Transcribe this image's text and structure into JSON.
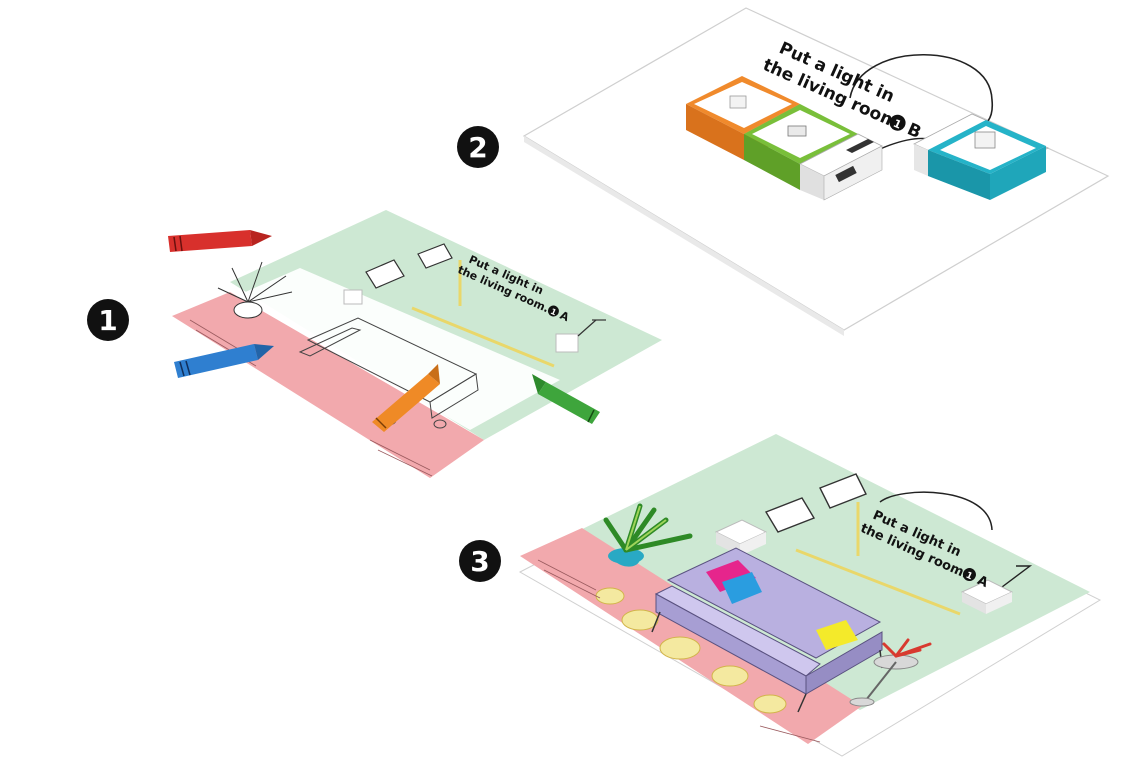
{
  "steps": [
    {
      "number": "1",
      "caption_line1": "Put a light in",
      "caption_line2": "the living room.",
      "marker": "1",
      "marker_letter": "A"
    },
    {
      "number": "2",
      "caption_line1": "Put a light in",
      "caption_line2": "the living room.",
      "marker": "1",
      "marker_letter": "B"
    },
    {
      "number": "3",
      "caption_line1": "Put a light in",
      "caption_line2": "the living room.",
      "marker": "1",
      "marker_letter": "A"
    }
  ],
  "colors": {
    "sheet_green": "#cde8d3",
    "floor_pink": "#f2a9ad",
    "module_orange": "#f08a2c",
    "module_green": "#79bf3a",
    "module_cyan": "#25b3c8",
    "sofa_purple": "#b9b0e0",
    "pillow_magenta": "#e6258c",
    "pillow_blue": "#2a9de0",
    "pillow_yellow": "#f4ea2a",
    "crayon_red": "#d8302c",
    "crayon_blue": "#2f7fd0",
    "crayon_orange": "#ef8a26",
    "crayon_green": "#3ea53c"
  }
}
